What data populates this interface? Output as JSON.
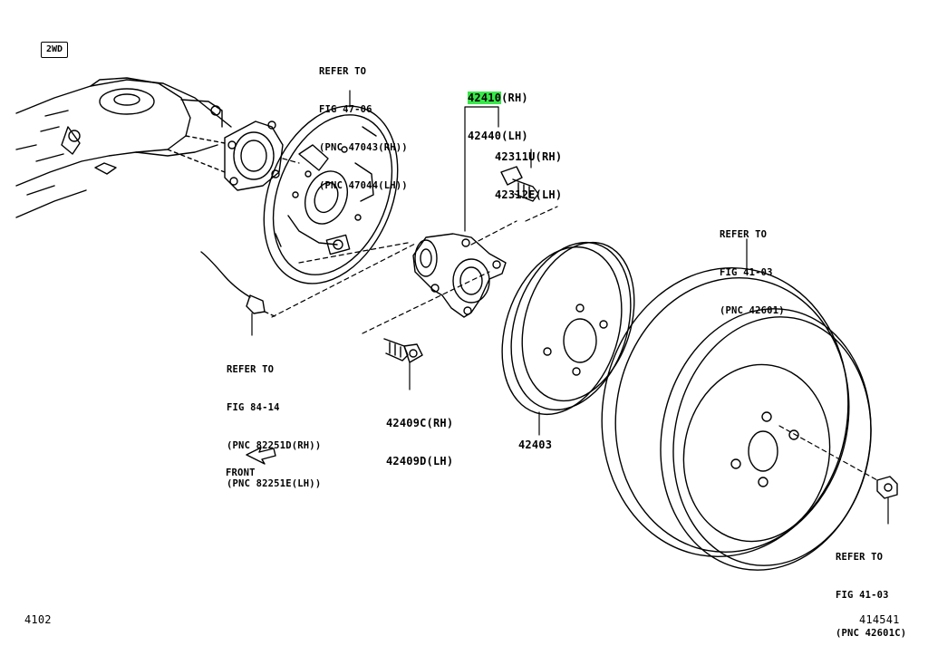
{
  "badge": "2WD",
  "highlight_color": "#38e84a",
  "labels": {
    "backing_plate_ref": [
      "REFER TO",
      "FIG 47-06",
      "(PNC 47043(RH))",
      "(PNC 47044(LH))"
    ],
    "hub_part": {
      "part_rh_number": "42410",
      "part_rh_suffix": "(RH)",
      "part_lh": "42440(LH)"
    },
    "hub_bolt": [
      "42311U(RH)",
      "42312E(LH)"
    ],
    "wheel_ref": [
      "REFER TO",
      "FIG 41-03",
      "(PNC 42601)"
    ],
    "sensor_ref": [
      "REFER TO",
      "FIG 84-14",
      "(PNC 82251D(RH))",
      "(PNC 82251E(LH))"
    ],
    "hub_bolt_lower": [
      "42409C(RH)",
      "42409D(LH)"
    ],
    "drum": "42403",
    "front": "FRONT",
    "nut_ref": [
      "REFER TO",
      "FIG 41-03",
      "(PNC 42601C)"
    ],
    "footer_left": "4102",
    "footer_right": "414541"
  }
}
